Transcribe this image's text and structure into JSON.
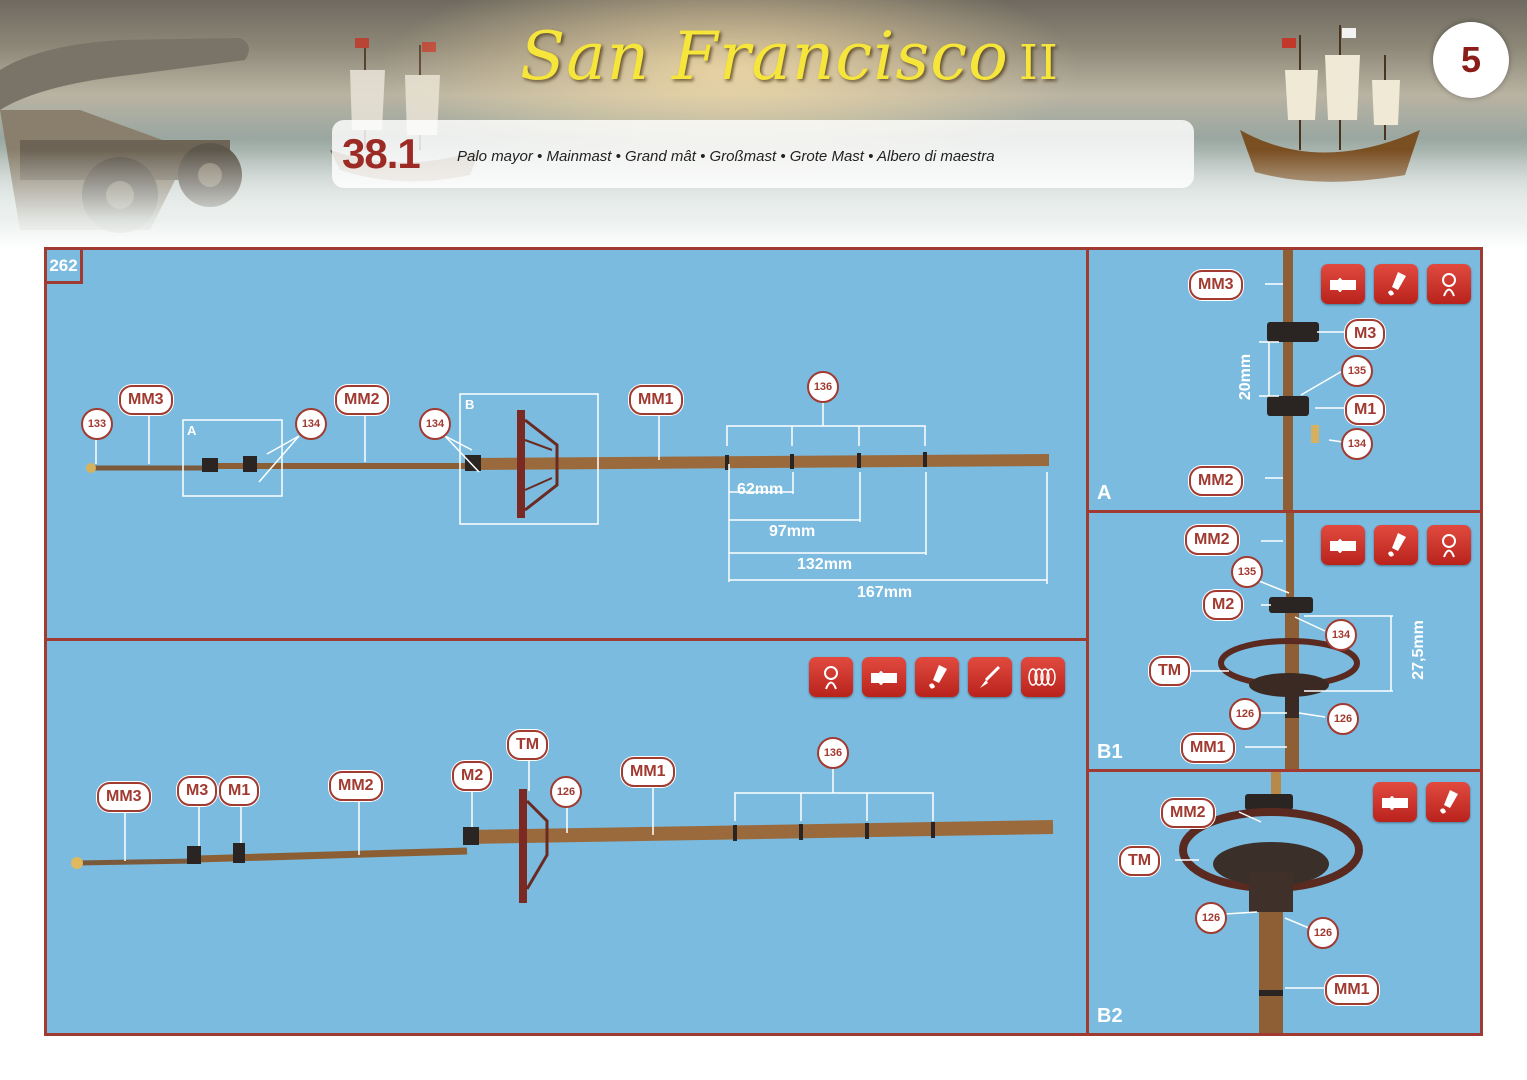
{
  "header": {
    "title": "San Francisco",
    "title_numeral": "II",
    "step": "38.1",
    "description": "Palo mayor • Mainmast • Grand mât • Großmast • Grote Mast • Albero di maestra",
    "page_number": "5"
  },
  "colors": {
    "panel_blue": "#7bbbe0",
    "frame_red": "#a13a30",
    "title_yellow": "#f6e53a"
  },
  "icon_names": [
    "tie-rope-icon",
    "puzzle-fit-icon",
    "glue-icon",
    "brush-icon",
    "coil-icon"
  ],
  "main_top": {
    "figure_number": "262",
    "detail_a_label": "A",
    "detail_b_label": "B",
    "labels": {
      "mm3": "MM3",
      "mm2": "MM2",
      "mm1": "MM1"
    },
    "circles": {
      "c133": "133",
      "c134a": "134",
      "c134b": "134",
      "c136": "136"
    },
    "dims": [
      "62mm",
      "97mm",
      "132mm",
      "167mm"
    ]
  },
  "main_bottom": {
    "labels": {
      "mm3": "MM3",
      "m3": "M3",
      "m1": "M1",
      "mm2": "MM2",
      "m2": "M2",
      "tm": "TM",
      "mm1": "MM1"
    },
    "circles": {
      "c126": "126",
      "c136": "136"
    }
  },
  "detail_a": {
    "label": "A",
    "tags": {
      "mm3": "MM3",
      "m3": "M3",
      "m1": "M1",
      "mm2": "MM2"
    },
    "circles": {
      "c135": "135",
      "c134": "134"
    },
    "dim": "20mm"
  },
  "detail_b1": {
    "label": "B1",
    "tags": {
      "mm2": "MM2",
      "m2": "M2",
      "tm": "TM",
      "mm1": "MM1"
    },
    "circles": {
      "c135": "135",
      "c134": "134",
      "c126a": "126",
      "c126b": "126"
    },
    "dim": "27,5mm"
  },
  "detail_b2": {
    "label": "B2",
    "tags": {
      "mm2": "MM2",
      "tm": "TM",
      "mm1": "MM1"
    },
    "circles": {
      "c126a": "126",
      "c126b": "126"
    }
  }
}
